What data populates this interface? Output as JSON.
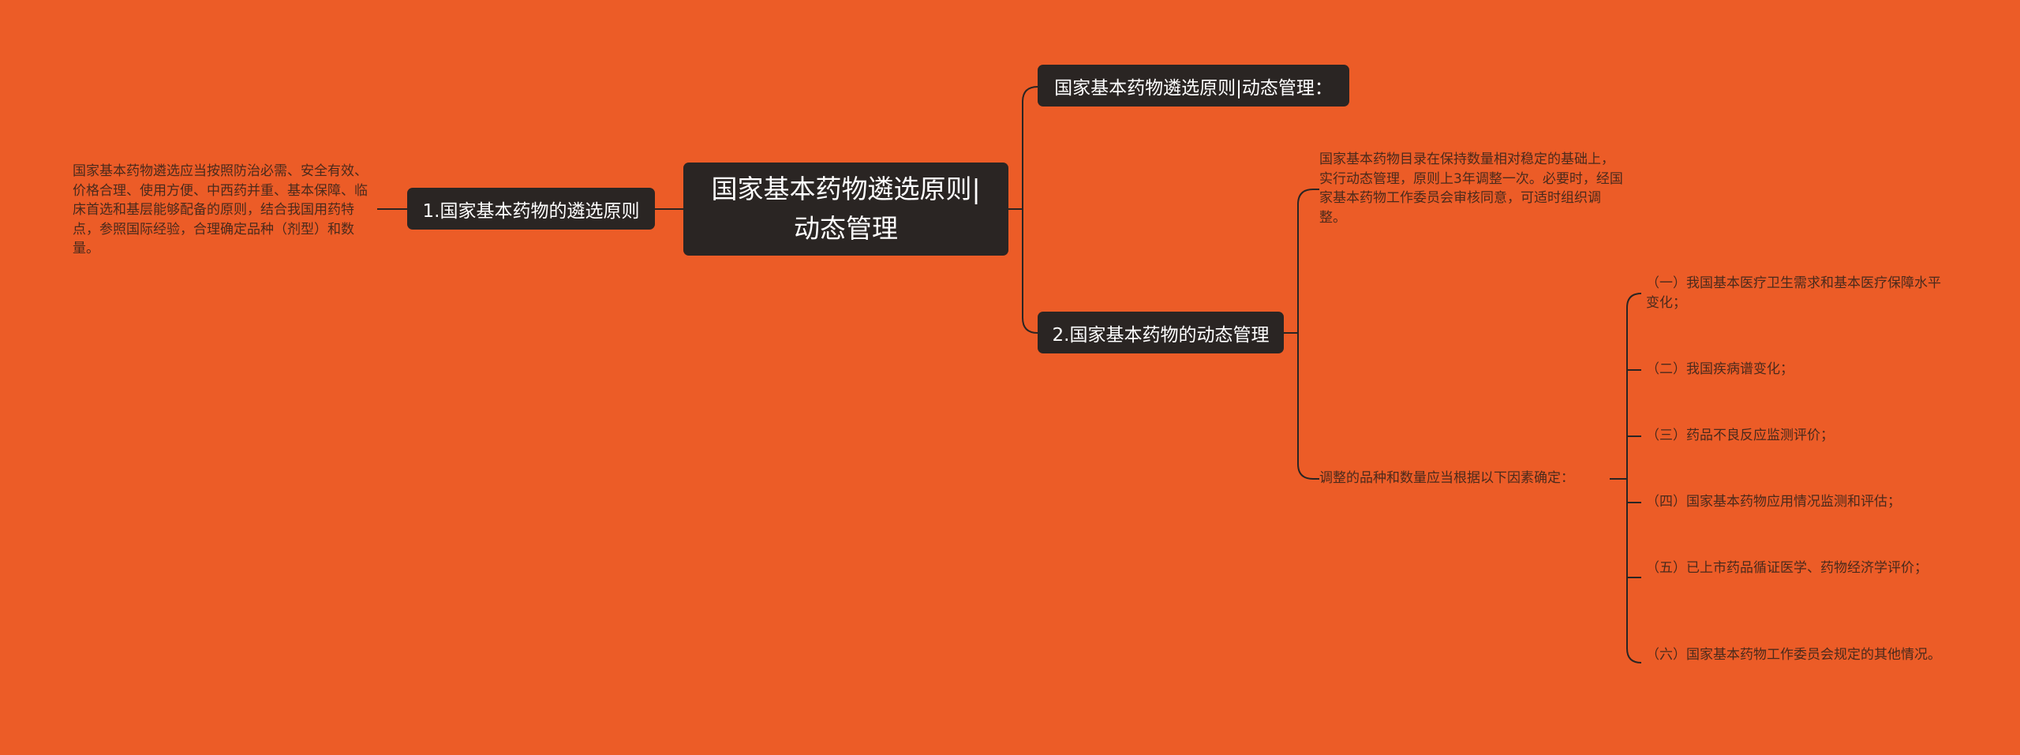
{
  "colors": {
    "background": "#EC5C27",
    "node_fill": "#2A2523",
    "node_text": "#FFFFFF",
    "line": "#2A2523",
    "leaf_text": "#4A2A1C"
  },
  "root": {
    "label": "国家基本药物遴选原则|动态管理"
  },
  "left_branch": {
    "label": "1.国家基本药物的遴选原则",
    "detail": "国家基本药物遴选应当按照防治必需、安全有效、价格合理、使用方便、中西药并重、基本保障、临床首选和基层能够配备的原则，结合我国用药特点，参照国际经验，合理确定品种（剂型）和数量。"
  },
  "right_branches": [
    {
      "label": "国家基本药物遴选原则|动态管理："
    },
    {
      "label": "2.国家基本药物的动态管理",
      "children": [
        {
          "text": "国家基本药物目录在保持数量相对稳定的基础上，实行动态管理，原则上3年调整一次。必要时，经国家基本药物工作委员会审核同意，可适时组织调整。"
        },
        {
          "text": "调整的品种和数量应当根据以下因素确定：",
          "children": [
            "（一）我国基本医疗卫生需求和基本医疗保障水平变化；",
            "（二）我国疾病谱变化；",
            "（三）药品不良反应监测评价；",
            "（四）国家基本药物应用情况监测和评估；",
            "（五）已上市药品循证医学、药物经济学评价；",
            "（六）国家基本药物工作委员会规定的其他情况。"
          ]
        }
      ]
    }
  ]
}
